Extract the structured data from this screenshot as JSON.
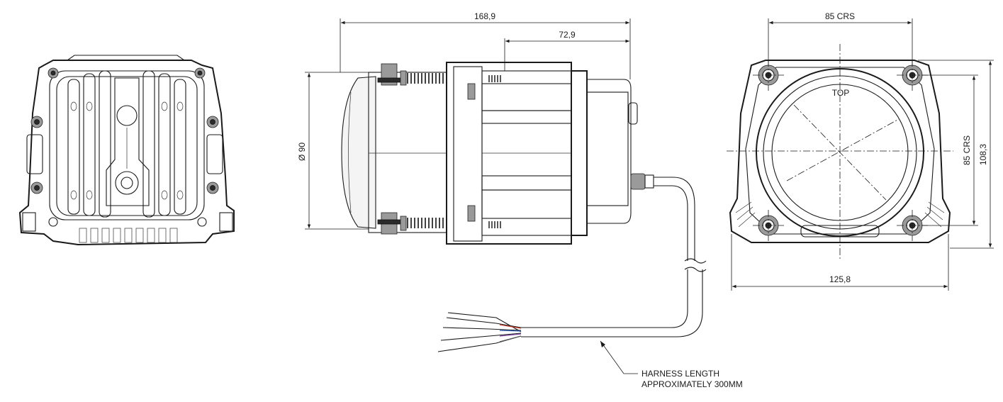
{
  "dimensions": {
    "overall_length": "168,9",
    "rear_length": "72,9",
    "diameter": "Ø 90",
    "horizontal_crs": "85 CRS",
    "vertical_crs": "85 CRS",
    "height": "108,3",
    "width": "125,8"
  },
  "labels": {
    "top": "TOP",
    "harness_line1": "HARNESS LENGTH",
    "harness_line2": "APPROXIMATELY 300MM"
  },
  "wire_colors": [
    "#c0392b",
    "#2e5fb8",
    "#7a3fa0",
    "#555555"
  ]
}
